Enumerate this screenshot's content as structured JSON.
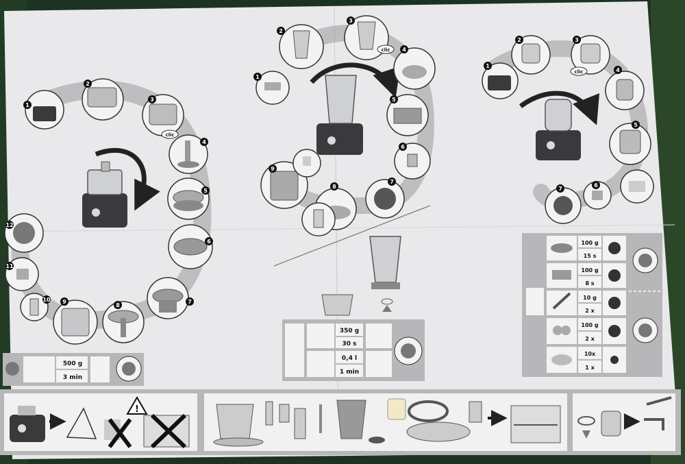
{
  "colors": {
    "paper": "#e9e9eb",
    "panel": "#b7b7b9",
    "dark": "#3a3a3c",
    "accent": "#c23a2e",
    "background": "#1d3322"
  },
  "steps": {
    "left": [
      "1",
      "2",
      "3",
      "4",
      "5",
      "6",
      "7",
      "8",
      "9",
      "10",
      "11",
      "12"
    ],
    "middle": [
      "1",
      "2",
      "3",
      "4",
      "5",
      "6",
      "7",
      "8",
      "9"
    ],
    "right": [
      "1",
      "2",
      "3",
      "4",
      "5",
      "6",
      "7"
    ]
  },
  "table_left": {
    "weight": "500 g",
    "time": "3 min"
  },
  "table_middle": {
    "row1_amount": "350 g",
    "row1_time": "30 s",
    "row2_amount": "0,4 l",
    "row2_time": "1 min"
  },
  "table_right": {
    "rows": [
      {
        "amount": "100 g",
        "time": "15 s"
      },
      {
        "amount": "100 g",
        "time": "8 s"
      },
      {
        "amount": "10 g",
        "time": "2 x"
      },
      {
        "amount": "100 g",
        "time": "2 x"
      },
      {
        "amount": "10x",
        "time": "1 x"
      }
    ]
  },
  "icons": {
    "click_badge": "clic",
    "arrow": "arrow-right-icon",
    "warning": "warning-icon",
    "no_dishwasher": "cross-icon"
  }
}
